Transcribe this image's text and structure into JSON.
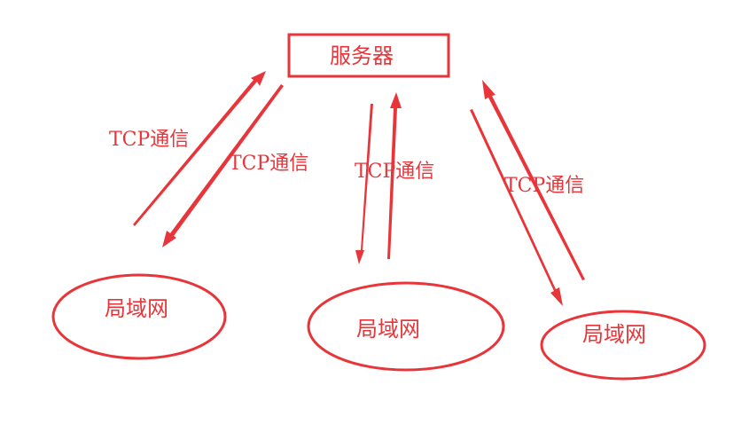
{
  "colors": {
    "accent": "#e8353a"
  },
  "nodes": {
    "server": {
      "label": "服务器"
    },
    "lan_1": {
      "label": "局域网"
    },
    "lan_2": {
      "label": "局域网"
    },
    "lan_3": {
      "label": "局域网"
    }
  },
  "edges": [
    {
      "label": "TCP通信"
    },
    {
      "label": "TCP通信"
    },
    {
      "label": "TCP通信"
    },
    {
      "label": "TCP通信"
    }
  ]
}
